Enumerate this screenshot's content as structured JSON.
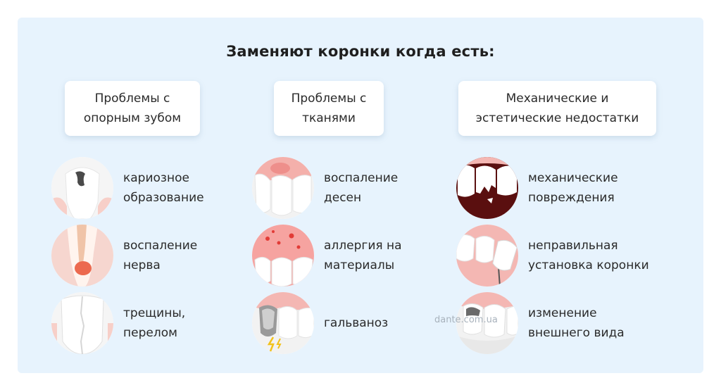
{
  "title": "Заменяют коронки когда есть:",
  "columns": [
    {
      "header": "Проблемы с\nопорным зубом",
      "items": [
        {
          "label": "кариозное\nобразование",
          "icon": "caries-tooth-icon"
        },
        {
          "label": "воспаление\nнерва",
          "icon": "inflamed-nerve-tooth-icon"
        },
        {
          "label": "трещины,\nперелом",
          "icon": "cracked-tooth-icon"
        }
      ]
    },
    {
      "header": "Проблемы с\nтканями",
      "items": [
        {
          "label": "воспаление\nдесен",
          "icon": "gum-inflammation-icon"
        },
        {
          "label": "аллергия на\nматериалы",
          "icon": "allergy-icon"
        },
        {
          "label": "гальваноз",
          "icon": "galvanosis-icon"
        }
      ]
    },
    {
      "header": "Механические и\nэстетические недостатки",
      "items": [
        {
          "label": "механические\nповреждения",
          "icon": "broken-crown-icon"
        },
        {
          "label": "неправильная\nустановка коронки",
          "icon": "misaligned-crown-icon"
        },
        {
          "label": "изменение\nвнешнего вида",
          "icon": "discolored-crown-icon"
        }
      ]
    }
  ],
  "watermark": "dante.com.ua",
  "colors": {
    "panel": "#e7f3fd",
    "gum": "#f4b7b3",
    "gum_dark": "#ee8f8b",
    "accent_red": "#e8504a",
    "tooth": "#ffffff"
  }
}
